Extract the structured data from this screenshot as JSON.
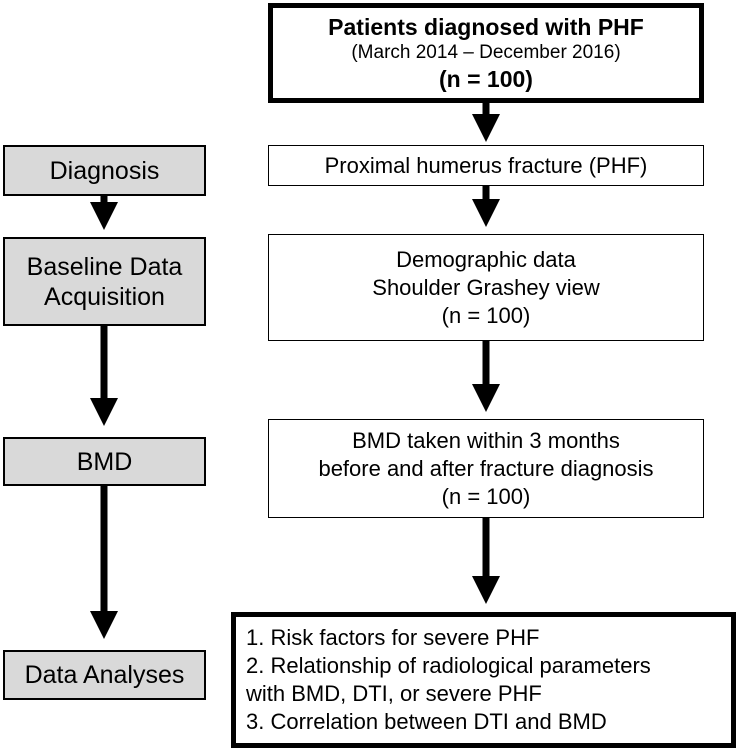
{
  "top_box": {
    "title": "Patients diagnosed with PHF",
    "period": "(March 2014 – December 2016)",
    "count": "(n = 100)"
  },
  "stages": [
    {
      "label": "Diagnosis"
    },
    {
      "label_line1": "Baseline Data",
      "label_line2": "Acquisition"
    },
    {
      "label": "BMD"
    },
    {
      "label": "Data Analyses"
    }
  ],
  "steps": {
    "phf": "Proximal humerus fracture (PHF)",
    "baseline": {
      "line1": "Demographic data",
      "line2": "Shoulder Grashey view",
      "line3": "(n = 100)"
    },
    "bmd": {
      "line1": "BMD taken within 3 months",
      "line2": "before and after fracture diagnosis",
      "line3": "(n = 100)"
    },
    "analyses": [
      "1. Risk factors for severe PHF",
      "2. Relationship of radiological parameters",
      "with BMD, DTI, or severe PHF",
      "3. Correlation between  DTI and BMD"
    ]
  }
}
